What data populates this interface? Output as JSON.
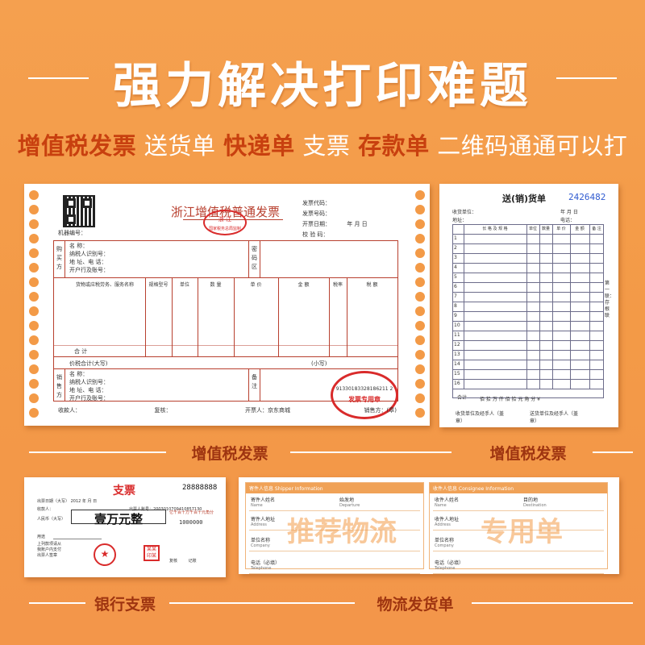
{
  "header": {
    "title": "强力解决打印难题",
    "subtitle": [
      {
        "text": "增值税发票",
        "bold": true
      },
      {
        "text": " 送货单 ",
        "bold": false
      },
      {
        "text": "快递单",
        "bold": true
      },
      {
        "text": " 支票 ",
        "bold": false
      },
      {
        "text": "存款单",
        "bold": true
      },
      {
        "text": " 二维码通通可以打",
        "bold": false
      }
    ]
  },
  "invoice": {
    "title": "浙江增值税普通发票",
    "province_mark": "浙 江",
    "fields_right": [
      "发票代码：",
      "发票号码：",
      "开票日期：",
      "校 验 码："
    ],
    "date_units": "年    月    日",
    "machine_no": "机器编号：",
    "buyer_label": "购买方",
    "buyer_fields": [
      "名        称：",
      "纳税人识别号：",
      "地  址、电  话：",
      "开户行及账号："
    ],
    "cipher_label": "密码区",
    "columns": [
      "货物或应税劳务、服务名称",
      "规格型号",
      "单位",
      "数 量",
      "单 价",
      "金 额",
      "税率",
      "税 额"
    ],
    "total_label": "合 计",
    "price_tax_total": "价税合计(大写)",
    "lower_case": "(小写)",
    "seller_label": "销售方",
    "seller_fields": [
      "名        称：",
      "纳税人识别号：",
      "地  址、电  话：",
      "开户行及账号："
    ],
    "remark_label": "备注",
    "footer": [
      "收款人：",
      "复核：",
      "开票人：京东商城",
      "销售方：(章)"
    ],
    "stamp_top": "国家税务总局监制",
    "seal_text": "91330183328186211 2",
    "seal_label": "发票专用章"
  },
  "delivery": {
    "title": "送(销)货单",
    "number": "2426482",
    "header_fields": [
      "收货单位：",
      "年   月   日",
      "地址：",
      "电话："
    ],
    "columns": [
      "长 格 及 规 格",
      "单位",
      "数量",
      "单 价",
      "金 额",
      "备 注"
    ],
    "rows": [
      "1",
      "2",
      "3",
      "4",
      "5",
      "6",
      "7",
      "8",
      "9",
      "10",
      "11",
      "12",
      "13",
      "14",
      "15",
      "16"
    ],
    "total_label": "合计",
    "total_units": "佰  拾  万  仟  佰  拾  元  角  分  ¥",
    "side_text": "第一联：存根联",
    "footer": [
      "收货单位及经手人（盖章）",
      "送货单位及经手人（盖章）"
    ]
  },
  "cheque": {
    "title": "支票",
    "number": "28888888",
    "date_label": "出票日期（大写）",
    "date_value": "2012 年    月    日",
    "payee_label": "收款人：",
    "account_label": "出票人账号：",
    "account_value": "2003010709410857130",
    "currency_label": "人民币（大写）",
    "amount_words": "壹万元整",
    "units": "亿千百十万千百十元角分",
    "amount_digits": "1000000",
    "purpose_label": "用途",
    "notes": [
      "上列款项请从",
      "我账户内支付",
      "出票人签章"
    ],
    "stamp_name": "某某 印某",
    "review": [
      "复核",
      "记账"
    ]
  },
  "waybill": {
    "shipper_header": "寄件人信息 Shipper Information",
    "consignee_header": "收件人信息 Consignee Information",
    "left_fields": [
      {
        "cn": "寄件人姓名",
        "en": "Name"
      },
      {
        "cn": "寄件人地址",
        "en": "Address"
      },
      {
        "cn": "单位名称",
        "en": "Company"
      },
      {
        "cn": "电话（必填）",
        "en": "Telephone"
      }
    ],
    "left_extra": {
      "cn": "始发地",
      "en": "Departure"
    },
    "right_fields": [
      {
        "cn": "收件人姓名",
        "en": "Name"
      },
      {
        "cn": "收件人地址",
        "en": "Address"
      },
      {
        "cn": "单位名称",
        "en": "Company"
      },
      {
        "cn": "电话（必填）",
        "en": "Telephone"
      }
    ],
    "right_extra": {
      "cn": "目的地",
      "en": "Destination"
    },
    "watermark_left": "推荐物流",
    "watermark_right": "专用单"
  },
  "captions": {
    "invoice": "增值税发票",
    "delivery": "增值税发票",
    "cheque": "银行支票",
    "waybill": "物流发货单"
  },
  "colors": {
    "background": "#f39a47",
    "title": "#ffffff",
    "subtitle_bold": "#c8400f",
    "caption": "#9e3410",
    "invoice_line": "#b8402f",
    "stamp": "#d92b2b"
  }
}
